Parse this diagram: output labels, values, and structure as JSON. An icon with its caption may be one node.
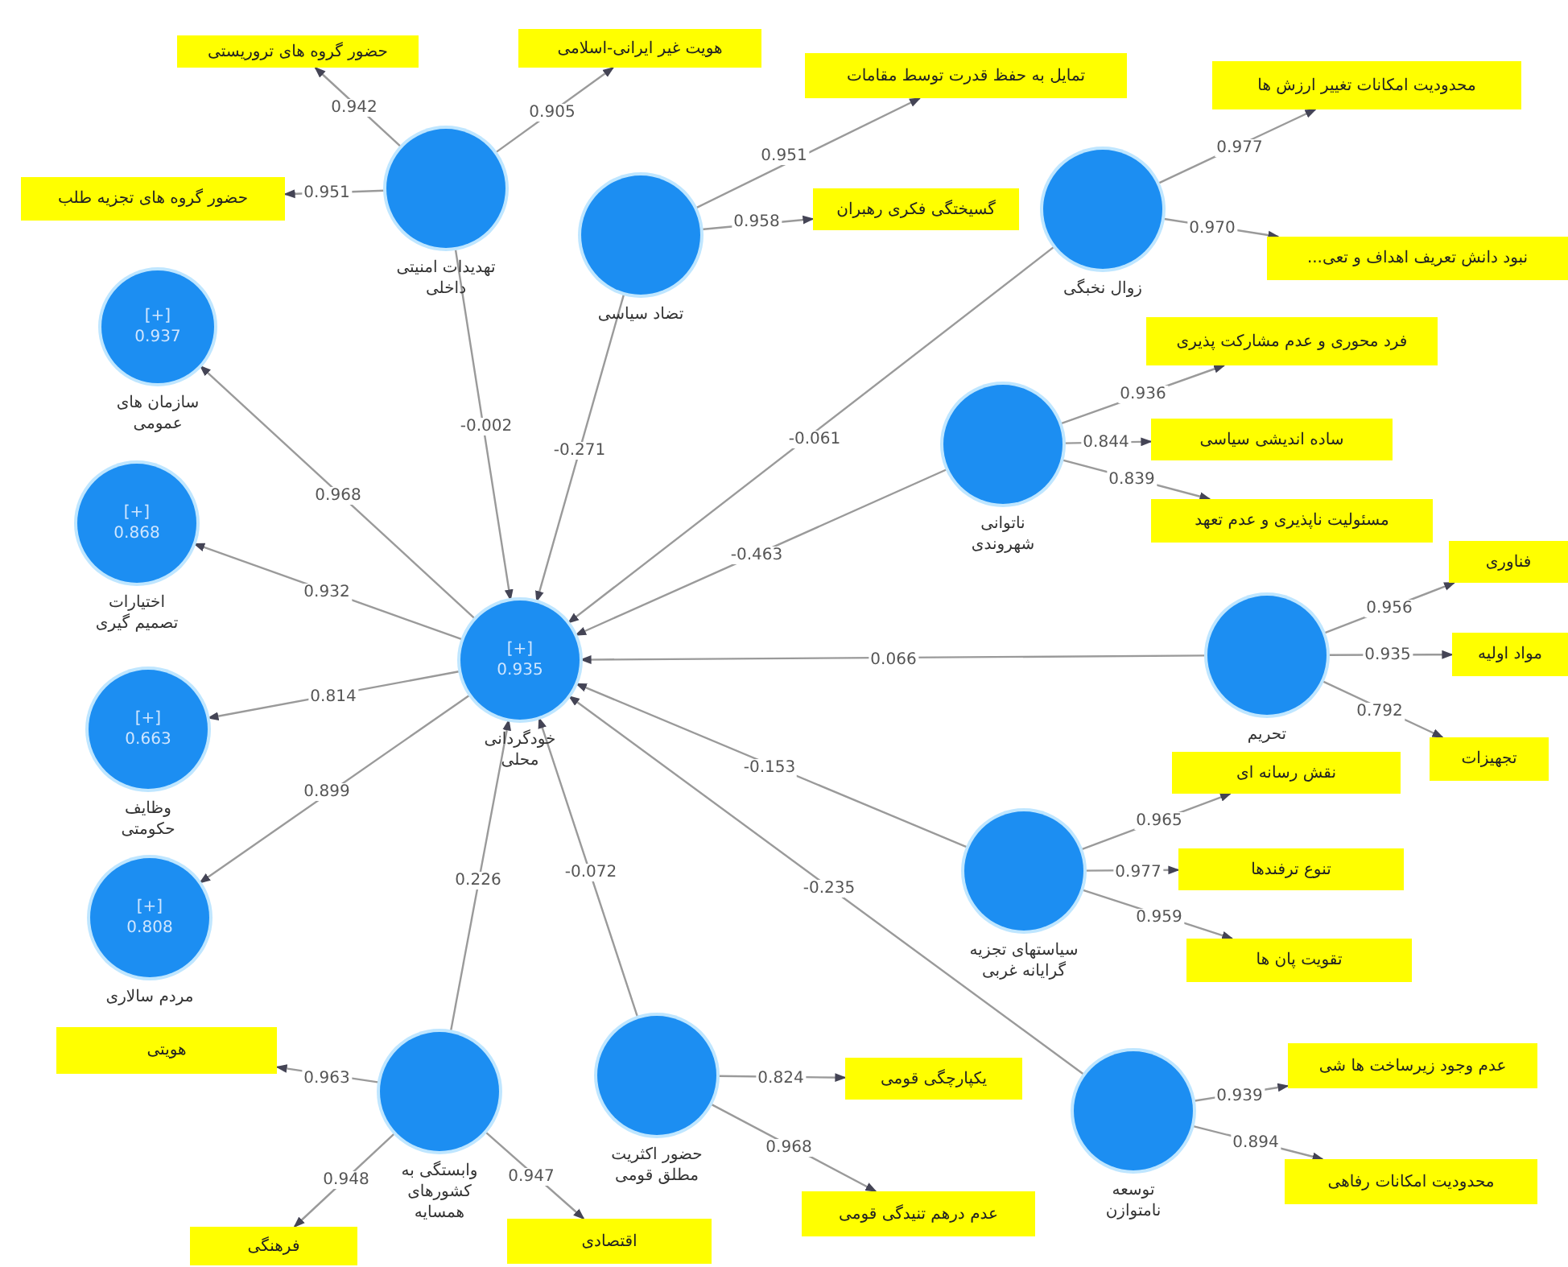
{
  "diagram": {
    "nodes": [
      {
        "text": [
          "[+]",
          "0.935",
          "خودگردانی محلی"
        ]
      },
      {
        "text": [
          "تهدیدات امنیتی داخلی"
        ]
      },
      {
        "text": [
          "تضاد سیاسی"
        ]
      },
      {
        "text": [
          "زوال نخبگی"
        ]
      },
      {
        "text": [
          "ناتوانی شهروندی"
        ]
      },
      {
        "text": [
          "تحریم"
        ]
      },
      {
        "text": [
          "سیاستهای تجزیه گرایانه غربی"
        ]
      },
      {
        "text": [
          "توسعه نامتوازن"
        ]
      },
      {
        "text": [
          "حضور اکثریت مطلق قومی"
        ]
      },
      {
        "text": [
          "وابستگی به کشورهای همسایه"
        ]
      },
      {
        "text": [
          "[+]",
          "0.937",
          "سازمان های عمومی"
        ]
      },
      {
        "text": [
          "[+]",
          "0.868",
          "اختیارات تصمیم گیری"
        ]
      },
      {
        "text": [
          "[+]",
          "0.663",
          "وظایف حکومتی"
        ]
      },
      {
        "text": [
          "[+]",
          "0.808",
          "مردم سالاری"
        ]
      },
      {
        "text": [
          "حضور گروه های تروریستی"
        ]
      },
      {
        "text": [
          "هویت غیر ایرانی-اسلامی"
        ]
      },
      {
        "text": [
          "حضور گروه های تجزیه طلب"
        ]
      },
      {
        "text": [
          "تمایل به حفظ قدرت توسط مقامات"
        ]
      },
      {
        "text": [
          "گسیختگی فکری رهبران"
        ]
      },
      {
        "text": [
          "محدودیت امکانات تغییر ارزش ها"
        ]
      },
      {
        "text": [
          "نبود دانش تعریف اهداف و تعی..."
        ]
      },
      {
        "text": [
          "فرد محوری و عدم مشارکت پذیری"
        ]
      },
      {
        "text": [
          "ساده اندیشی سیاسی"
        ]
      },
      {
        "text": [
          "مسئولیت ناپذیری و عدم تعهد"
        ]
      },
      {
        "text": [
          "فناوری"
        ]
      },
      {
        "text": [
          "مواد اولیه"
        ]
      },
      {
        "text": [
          "تجهیزات"
        ]
      },
      {
        "text": [
          "نقش رسانه ای"
        ]
      },
      {
        "text": [
          "تنوع ترفندها"
        ]
      },
      {
        "text": [
          "تقویت پان ها"
        ]
      },
      {
        "text": [
          "عدم وجود زیرساخت ها شی"
        ]
      },
      {
        "text": [
          "محدودیت امکانات رفاهی"
        ]
      },
      {
        "text": [
          "یکپارچگی قومی"
        ]
      },
      {
        "text": [
          "عدم درهم تنیدگی قومی"
        ]
      },
      {
        "text": [
          "هویتی"
        ]
      },
      {
        "text": [
          "فرهنگی"
        ]
      },
      {
        "text": [
          "اقتصادی"
        ]
      }
    ],
    "edges": [
      {
        "from": 1,
        "to": 0,
        "arrow": "to",
        "label": "-0.002"
      },
      {
        "from": 2,
        "to": 0,
        "arrow": "to",
        "label": "-0.271"
      },
      {
        "from": 3,
        "to": 0,
        "arrow": "to",
        "label": "-0.061"
      },
      {
        "from": 4,
        "to": 0,
        "arrow": "to",
        "label": "-0.463"
      },
      {
        "from": 5,
        "to": 0,
        "arrow": "to",
        "label": "0.066"
      },
      {
        "from": 6,
        "to": 0,
        "arrow": "to",
        "label": "-0.153"
      },
      {
        "from": 7,
        "to": 0,
        "arrow": "to",
        "label": "-0.235"
      },
      {
        "from": 8,
        "to": 0,
        "arrow": "to",
        "label": "-0.072"
      },
      {
        "from": 9,
        "to": 0,
        "arrow": "to",
        "label": "0.226"
      },
      {
        "from": 0,
        "to": 10,
        "arrow": "to",
        "label": "0.968"
      },
      {
        "from": 0,
        "to": 11,
        "arrow": "to",
        "label": "0.932"
      },
      {
        "from": 0,
        "to": 12,
        "arrow": "to",
        "label": "0.814"
      },
      {
        "from": 0,
        "to": 13,
        "arrow": "to",
        "label": "0.899"
      },
      {
        "from": 1,
        "to": 14,
        "arrow": "to",
        "label": "0.942"
      },
      {
        "from": 1,
        "to": 15,
        "arrow": "to",
        "label": "0.905"
      },
      {
        "from": 1,
        "to": 16,
        "arrow": "to",
        "label": "0.951"
      },
      {
        "from": 2,
        "to": 17,
        "arrow": "to",
        "label": "0.951"
      },
      {
        "from": 2,
        "to": 18,
        "arrow": "to",
        "label": "0.958"
      },
      {
        "from": 3,
        "to": 19,
        "arrow": "to",
        "label": "0.977"
      },
      {
        "from": 3,
        "to": 20,
        "arrow": "to",
        "label": "0.970"
      },
      {
        "from": 4,
        "to": 21,
        "arrow": "to",
        "label": "0.936"
      },
      {
        "from": 4,
        "to": 22,
        "arrow": "to",
        "label": "0.844"
      },
      {
        "from": 4,
        "to": 23,
        "arrow": "to",
        "label": "0.839"
      },
      {
        "from": 5,
        "to": 24,
        "arrow": "to",
        "label": "0.956"
      },
      {
        "from": 5,
        "to": 25,
        "arrow": "to",
        "label": "0.935"
      },
      {
        "from": 5,
        "to": 26,
        "arrow": "to",
        "label": "0.792"
      },
      {
        "from": 6,
        "to": 27,
        "arrow": "to",
        "label": "0.965"
      },
      {
        "from": 6,
        "to": 28,
        "arrow": "to",
        "label": "0.977"
      },
      {
        "from": 6,
        "to": 29,
        "arrow": "to",
        "label": "0.959"
      },
      {
        "from": 7,
        "to": 30,
        "arrow": "to",
        "label": "0.939"
      },
      {
        "from": 7,
        "to": 31,
        "arrow": "to",
        "label": "0.894"
      },
      {
        "from": 8,
        "to": 32,
        "arrow": "to",
        "label": "0.824"
      },
      {
        "from": 8,
        "to": 33,
        "arrow": "to",
        "label": "0.968"
      },
      {
        "from": 9,
        "to": 34,
        "arrow": "to",
        "label": "0.963"
      },
      {
        "from": 9,
        "to": 35,
        "arrow": "to",
        "label": "0.948"
      },
      {
        "from": 9,
        "to": 36,
        "arrow": "to",
        "label": "0.947"
      }
    ]
  }
}
